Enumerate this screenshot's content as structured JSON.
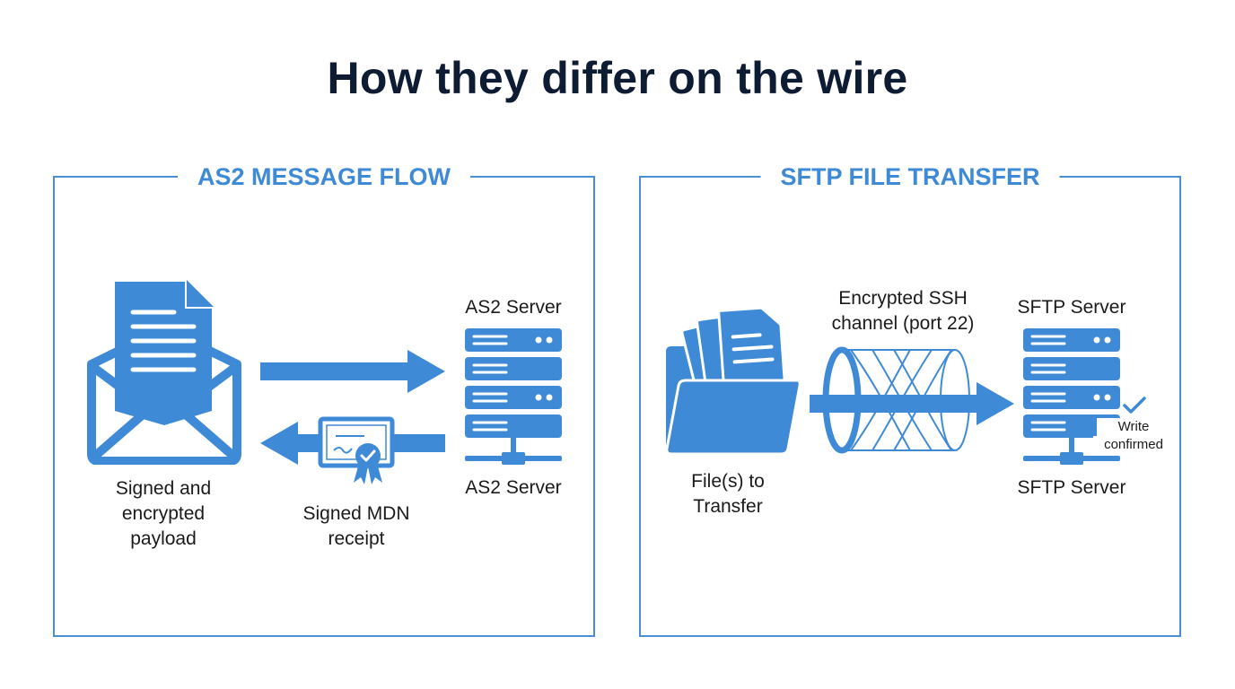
{
  "title": "How they differ on the wire",
  "colors": {
    "accent": "#3f8ad6",
    "border": "#4a8fd4",
    "title": "#0d1b33",
    "text": "#1a1a1a"
  },
  "as2": {
    "heading": "AS2 MESSAGE FLOW",
    "server_label_top": "AS2 Server",
    "server_label_bottom": "AS2 Server",
    "payload_label_1": "Signed and",
    "payload_label_2": "encrypted",
    "payload_label_3": "payload",
    "receipt_label_1": "Signed MDN",
    "receipt_label_2": "receipt",
    "icons": [
      "envelope-document-icon",
      "arrow-right-icon",
      "arrow-left-icon",
      "certificate-icon",
      "server-icon"
    ]
  },
  "sftp": {
    "heading": "SFTP FILE TRANSFER",
    "channel_label_1": "Encrypted SSH",
    "channel_label_2": "channel (port 22)",
    "server_label_top": "SFTP Server",
    "server_label_bottom": "SFTP Server",
    "files_label_1": "File(s) to",
    "files_label_2": "Transfer",
    "confirm_label_1": "Write",
    "confirm_label_2": "confirmed",
    "icons": [
      "folder-files-icon",
      "tunnel-icon",
      "arrow-right-icon",
      "server-icon",
      "checkmark-icon"
    ]
  }
}
